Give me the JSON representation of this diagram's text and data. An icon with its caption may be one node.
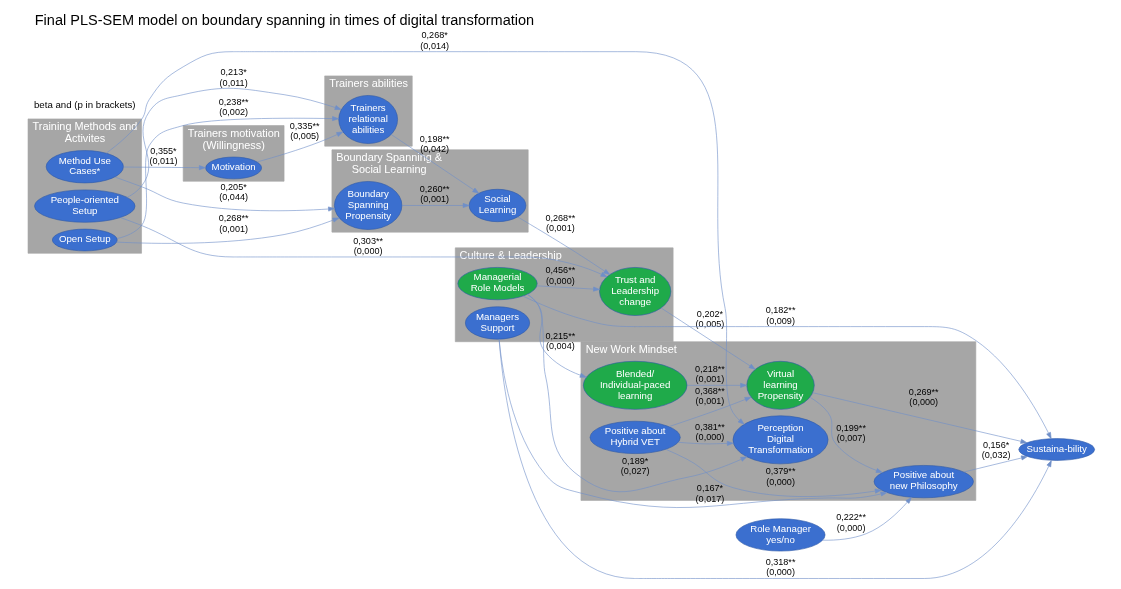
{
  "diagram": {
    "title": "Final PLS-SEM model on boundary spanning in times of digital transformation",
    "nodes": [
      {
        "text": [
          "Training Methods and Activites"
        ]
      },
      {
        "text": [
          "People-oriented Setup"
        ],
        "in": 0
      },
      {
        "text": [
          "Open Setup"
        ],
        "in": 0
      },
      {
        "text": [
          "Method Use Cases*"
        ],
        "in": 0
      },
      {
        "text": [
          "Culture & Leadership"
        ]
      },
      {
        "text": [
          "Trust and Leadership change"
        ],
        "in": 4
      },
      {
        "text": [
          "Managerial Role Models"
        ],
        "in": 4
      },
      {
        "text": [
          "Managers Support"
        ],
        "in": 4
      },
      {
        "text": [
          "Trainers abilities"
        ]
      },
      {
        "text": [
          "Trainers relational abilities"
        ],
        "in": 8
      },
      {
        "text": [
          "Boundary Spanning & Social Learning"
        ]
      },
      {
        "text": [
          "Social Learning"
        ],
        "in": 10
      },
      {
        "text": [
          "Boundary Spanning Propensity"
        ],
        "in": 10
      },
      {
        "text": [
          "New Work Mindset"
        ]
      },
      {
        "text": [
          "Blended/ Individual-paced learning"
        ],
        "in": 13
      },
      {
        "text": [
          "Virtual learning Propensity"
        ],
        "in": 13
      },
      {
        "text": [
          "Positive about new Philosophy"
        ],
        "in": 13
      },
      {
        "text": [
          "Perception Digital Transformation"
        ],
        "in": 13
      },
      {
        "text": [
          "Positive about Hybrid VET"
        ],
        "in": 13
      },
      {
        "text": [
          "Trainers motivation (Willingness)"
        ]
      },
      {
        "text": [
          "Motivation"
        ],
        "in": 19
      },
      {
        "text": [
          "Sustaina-bility"
        ]
      },
      {
        "text": [
          "Role Manager yes/no"
        ]
      }
    ],
    "edges": [
      {
        "from": 1,
        "to": 5,
        "arrow": "to",
        "label": "0,303** (0,000)"
      },
      {
        "from": 1,
        "to": 9,
        "arrow": "to",
        "label": "0,213* (0,011)"
      },
      {
        "from": 2,
        "to": 9,
        "arrow": "to",
        "label": "0,238** (0,002)"
      },
      {
        "from": 2,
        "to": 12,
        "arrow": "to",
        "label": "0,268** (0,001)"
      },
      {
        "from": 3,
        "to": 12,
        "arrow": "to",
        "label": "0,205* (0,044)"
      },
      {
        "from": 3,
        "to": 17,
        "arrow": "to",
        "label": "0,268* (0,014)"
      },
      {
        "from": 3,
        "to": 20,
        "arrow": "to",
        "label": "0,355* (0,011)"
      },
      {
        "from": 20,
        "to": 9,
        "arrow": "to",
        "label": "0,335** (0,005)"
      },
      {
        "from": 6,
        "to": 5,
        "arrow": "to",
        "label": "0,456** (0,000)"
      },
      {
        "from": 11,
        "to": 5,
        "arrow": "to",
        "label": "0,268** (0,001)"
      },
      {
        "from": 5,
        "to": 15,
        "arrow": "to",
        "label": "0,202* (0,005)"
      },
      {
        "from": 9,
        "to": 11,
        "arrow": "to",
        "label": "0,198** (0,042)"
      },
      {
        "from": 12,
        "to": 11,
        "arrow": "to",
        "label": "0,260** (0,001)"
      },
      {
        "from": 6,
        "to": 14,
        "arrow": "to",
        "label": "0,215** (0,004)"
      },
      {
        "from": 6,
        "to": 21,
        "arrow": "to",
        "label": "0,182** (0,009)"
      },
      {
        "from": 6,
        "to": 17,
        "arrow": "to",
        "label": "0,189* (0,027)"
      },
      {
        "from": 7,
        "to": 21,
        "arrow": "to",
        "label": "0,318** (0,000)"
      },
      {
        "from": 7,
        "to": 16,
        "arrow": "to",
        "label": "0,167* (0,017)"
      },
      {
        "from": 16,
        "to": 21,
        "arrow": "to",
        "label": "0,156* (0,032)"
      },
      {
        "from": 15,
        "to": 21,
        "arrow": "to",
        "label": "0,269** (0,000)"
      },
      {
        "from": 22,
        "to": 16,
        "arrow": "to",
        "label": "0,222** (0,000)"
      },
      {
        "from": 14,
        "to": 15,
        "arrow": "to",
        "label": "0,218** (0,001)"
      },
      {
        "from": 15,
        "to": 16,
        "arrow": "to",
        "label": "0,199** (0,007)"
      },
      {
        "from": 18,
        "to": 16,
        "arrow": "to",
        "label": "0,379** (0,000)"
      },
      {
        "from": 18,
        "to": 15,
        "arrow": "to",
        "label": "0,368** (0,001)"
      },
      {
        "from": 18,
        "to": 17,
        "arrow": "to",
        "label": "0,381** (0,000)"
      }
    ],
    "labels": [
      "beta and (p in brackets)"
    ]
  }
}
